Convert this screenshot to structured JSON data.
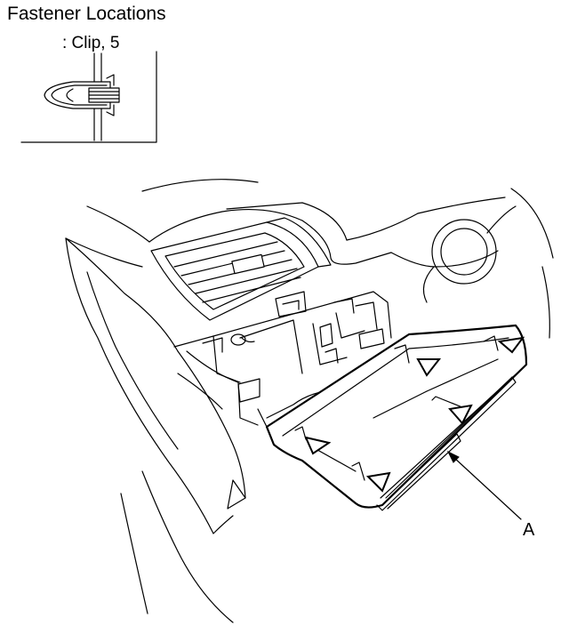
{
  "legend": {
    "title": "Fastener Locations",
    "fastener_label": ": Clip, 5",
    "fastener_symbol_icon": "triangle-icon"
  },
  "callouts": {
    "a": "A"
  }
}
